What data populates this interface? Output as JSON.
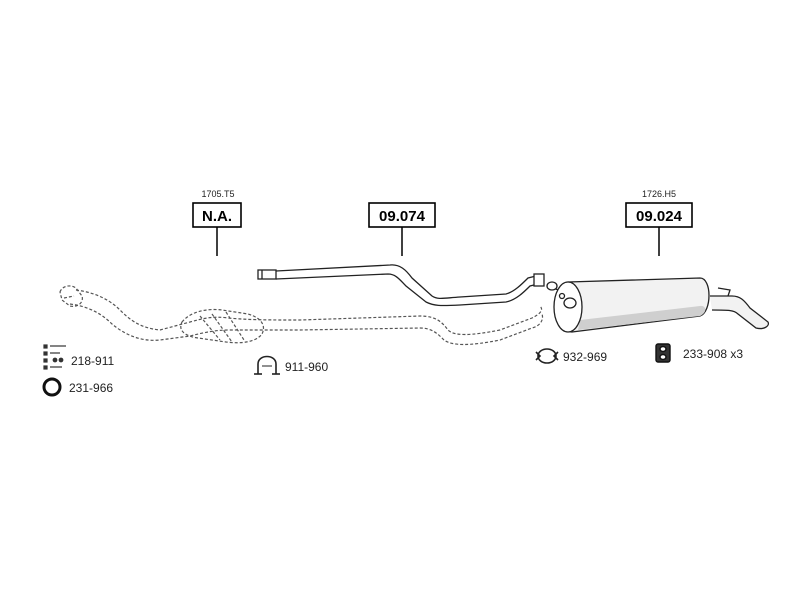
{
  "callouts": {
    "front": {
      "code": "1705.T5",
      "label": "N.A."
    },
    "middle": {
      "label": "09.074"
    },
    "rear": {
      "code": "1726.H5",
      "label": "09.024"
    }
  },
  "parts": {
    "bolt_kit": "218-911",
    "gasket": "231-966",
    "clamp_front": "911-960",
    "clamp_rear": "932-969",
    "rubber_mount": "233-908 x3"
  },
  "icons": {
    "bolt_kit": "bolt-kit-icon",
    "gasket": "gasket-ring-icon",
    "clamp_front": "u-clamp-icon",
    "clamp_rear": "pipe-clamp-icon",
    "rubber_mount": "rubber-mount-icon"
  },
  "colors": {
    "line": "#222222",
    "dashed": "#555555",
    "muffler_fill": "#f2f2f2",
    "muffler_shade": "#cfcfcf"
  }
}
